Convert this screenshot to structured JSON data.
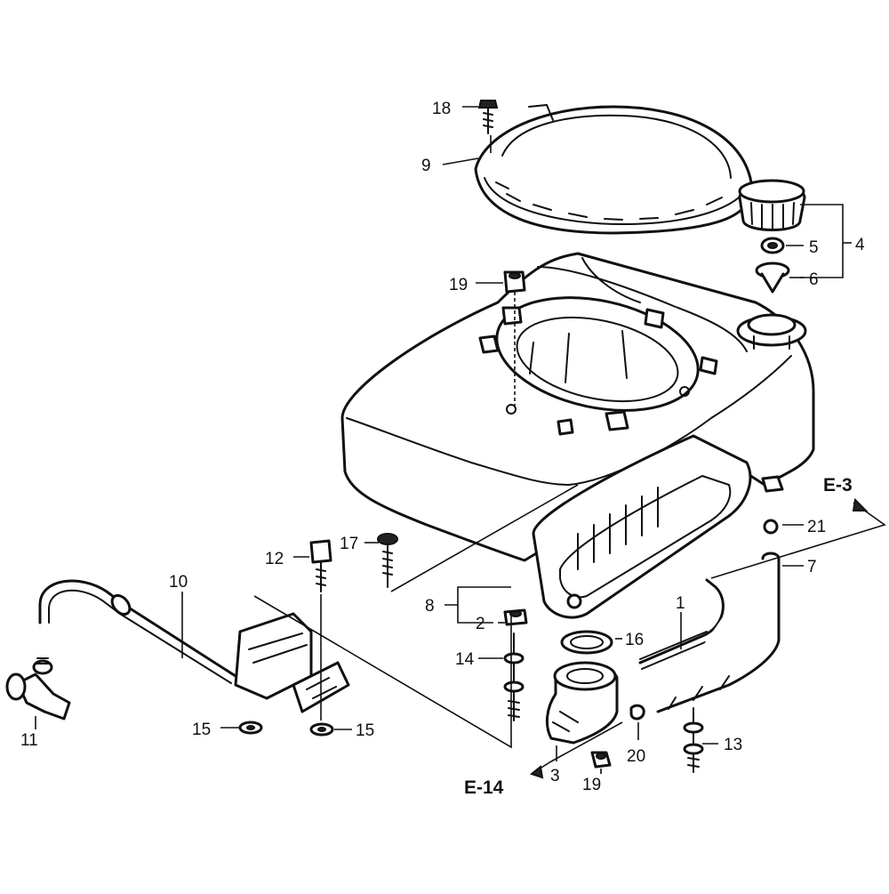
{
  "callouts": [
    {
      "id": "c18",
      "label": "18"
    },
    {
      "id": "c9",
      "label": "9"
    },
    {
      "id": "c4",
      "label": "4"
    },
    {
      "id": "c5",
      "label": "5"
    },
    {
      "id": "c6",
      "label": "6"
    },
    {
      "id": "c19a",
      "label": "19"
    },
    {
      "id": "cE3",
      "label": "E-3"
    },
    {
      "id": "c21",
      "label": "21"
    },
    {
      "id": "c7",
      "label": "7"
    },
    {
      "id": "c12",
      "label": "12"
    },
    {
      "id": "c17",
      "label": "17"
    },
    {
      "id": "c10",
      "label": "10"
    },
    {
      "id": "c8",
      "label": "8"
    },
    {
      "id": "c2",
      "label": "2"
    },
    {
      "id": "c1",
      "label": "1"
    },
    {
      "id": "c16",
      "label": "16"
    },
    {
      "id": "c14",
      "label": "14"
    },
    {
      "id": "c11",
      "label": "11"
    },
    {
      "id": "c15a",
      "label": "15"
    },
    {
      "id": "c15b",
      "label": "15"
    },
    {
      "id": "c13",
      "label": "13"
    },
    {
      "id": "c20",
      "label": "20"
    },
    {
      "id": "cE14",
      "label": "E-14"
    },
    {
      "id": "c3",
      "label": "3"
    },
    {
      "id": "c19b",
      "label": "19"
    }
  ]
}
